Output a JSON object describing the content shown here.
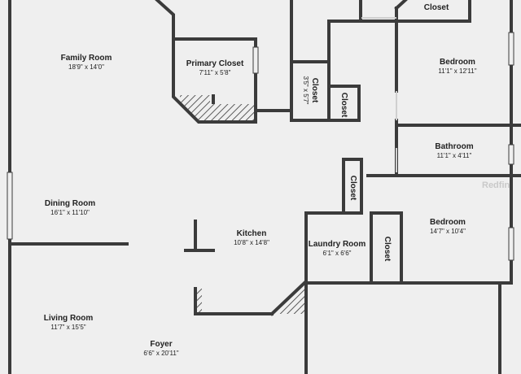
{
  "rooms": {
    "family_room": {
      "name": "Family Room",
      "dims": "18'9\" x 14'0\""
    },
    "primary_closet": {
      "name": "Primary Closet",
      "dims": "7'11\" x 5'8\""
    },
    "closet_small": {
      "name": "Closet",
      "dims": "3'5\" x 5'7\""
    },
    "closet_b": {
      "name": "Closet"
    },
    "closet_top": {
      "name": "Closet"
    },
    "bedroom_1": {
      "name": "Bedroom",
      "dims": "11'1\" x 12'11\""
    },
    "bathroom": {
      "name": "Bathroom",
      "dims": "11'1\" x 4'11\""
    },
    "closet_c": {
      "name": "Closet"
    },
    "dining_room": {
      "name": "Dining Room",
      "dims": "16'1\" x 11'10\""
    },
    "kitchen": {
      "name": "Kitchen",
      "dims": "10'8\" x 14'8\""
    },
    "laundry_room": {
      "name": "Laundry Room",
      "dims": "6'1\" x 6'6\""
    },
    "closet_d": {
      "name": "Closet"
    },
    "bedroom_2": {
      "name": "Bedroom",
      "dims": "14'7\" x 10'4\""
    },
    "living_room": {
      "name": "Living Room",
      "dims": "11'7\" x 15'5\""
    },
    "foyer": {
      "name": "Foyer",
      "dims": "6'6\" x 20'11\""
    }
  },
  "watermark": "Redfin"
}
